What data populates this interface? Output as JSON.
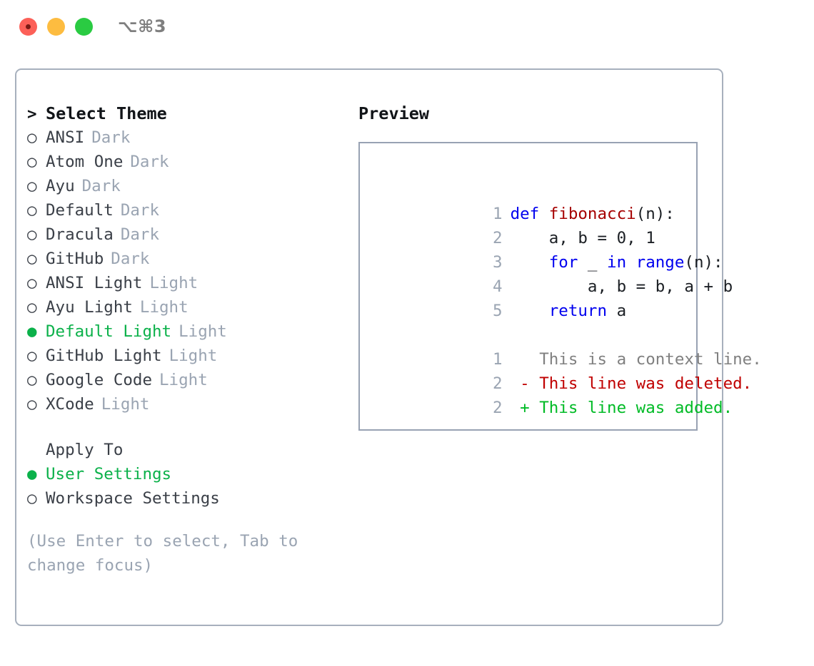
{
  "titlebar": {
    "shortcut": "⌥⌘3",
    "buttons": [
      {
        "name": "close",
        "color": "#fc6058"
      },
      {
        "name": "minimize",
        "color": "#fdbc40"
      },
      {
        "name": "maximize",
        "color": "#2acb42"
      }
    ]
  },
  "colors": {
    "selected_green": "#0bb14a",
    "muted_label": "#9aa4b2",
    "border": "#a7b0bd",
    "preview_border": "#98a2b3",
    "keyword_blue": "#0000ef",
    "function_red": "#a60000",
    "diff_removed": "#c00000",
    "diff_added": "#00bb26",
    "diff_context": "#808080"
  },
  "theme_list": {
    "header_marker": ">",
    "header_label": "Select Theme",
    "marker_unselected": "○",
    "marker_selected": "●",
    "items": [
      {
        "name": "ANSI",
        "kind": "Dark",
        "selected": false
      },
      {
        "name": "Atom One",
        "kind": "Dark",
        "selected": false
      },
      {
        "name": "Ayu",
        "kind": "Dark",
        "selected": false
      },
      {
        "name": "Default",
        "kind": "Dark",
        "selected": false
      },
      {
        "name": "Dracula",
        "kind": "Dark",
        "selected": false
      },
      {
        "name": "GitHub",
        "kind": "Dark",
        "selected": false
      },
      {
        "name": "ANSI Light",
        "kind": "Light",
        "selected": false
      },
      {
        "name": "Ayu Light",
        "kind": "Light",
        "selected": false
      },
      {
        "name": "Default Light",
        "kind": "Light",
        "selected": true
      },
      {
        "name": "GitHub Light",
        "kind": "Light",
        "selected": false
      },
      {
        "name": "Google Code",
        "kind": "Light",
        "selected": false
      },
      {
        "name": "XCode",
        "kind": "Light",
        "selected": false
      }
    ]
  },
  "apply_to": {
    "title": "Apply To",
    "items": [
      {
        "name": "User Settings",
        "selected": true
      },
      {
        "name": "Workspace Settings",
        "selected": false
      }
    ]
  },
  "hint": "(Use Enter to select, Tab to change focus)",
  "preview": {
    "title": "Preview",
    "code_lines": [
      {
        "num": "1",
        "tokens": [
          {
            "t": "def ",
            "c": "kw"
          },
          {
            "t": "fibonacci",
            "c": "fn"
          },
          {
            "t": "(n):",
            "c": "plain"
          }
        ]
      },
      {
        "num": "2",
        "tokens": [
          {
            "t": "    a, b = 0, 1",
            "c": "plain"
          }
        ]
      },
      {
        "num": "3",
        "tokens": [
          {
            "t": "    ",
            "c": "plain"
          },
          {
            "t": "for",
            "c": "kw"
          },
          {
            "t": " _ ",
            "c": "plain"
          },
          {
            "t": "in",
            "c": "kw"
          },
          {
            "t": " ",
            "c": "plain"
          },
          {
            "t": "range",
            "c": "kw"
          },
          {
            "t": "(n):",
            "c": "plain"
          }
        ]
      },
      {
        "num": "4",
        "tokens": [
          {
            "t": "        a, b = b, a + b",
            "c": "plain"
          }
        ]
      },
      {
        "num": "5",
        "tokens": [
          {
            "t": "    ",
            "c": "plain"
          },
          {
            "t": "return",
            "c": "kw"
          },
          {
            "t": " a",
            "c": "plain"
          }
        ]
      }
    ],
    "diff_lines": [
      {
        "num": "1",
        "tokens": [
          {
            "t": "   This is a context line.",
            "c": "ctx"
          }
        ]
      },
      {
        "num": "2",
        "tokens": [
          {
            "t": " - This line was deleted.",
            "c": "del"
          }
        ]
      },
      {
        "num": "2",
        "tokens": [
          {
            "t": " + This line was added.",
            "c": "add"
          }
        ]
      }
    ]
  }
}
